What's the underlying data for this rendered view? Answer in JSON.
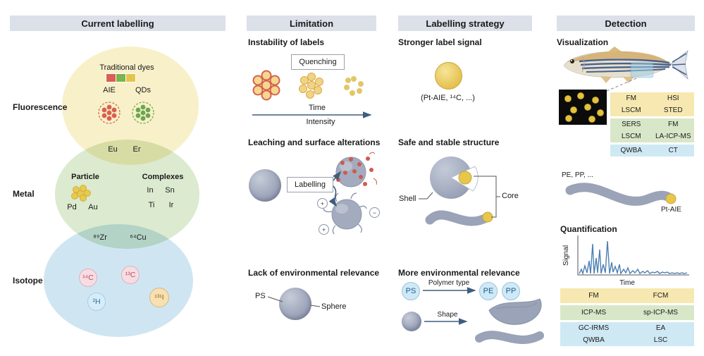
{
  "headers": {
    "current_labelling": "Current labelling",
    "limitation": "Limitation",
    "labelling_strategy": "Labelling strategy",
    "detection": "Detection"
  },
  "venn": {
    "fluorescence_label": "Fluorescence",
    "metal_label": "Metal",
    "isotope_label": "Isotope",
    "traditional_dyes": "Traditional dyes",
    "aie": "AIE",
    "qds": "QDs",
    "eu": "Eu",
    "er": "Er",
    "particle": "Particle",
    "pd": "Pd",
    "au": "Au",
    "complexes": "Complexes",
    "in": "In",
    "sn": "Sn",
    "ti": "Ti",
    "ir": "Ir",
    "zr89": "⁸⁹Zr",
    "cu64": "⁶⁴Cu",
    "c14": "¹⁴C",
    "c13": "¹³C",
    "h2": "²H",
    "i131": "¹³¹I"
  },
  "limitation": {
    "instability_title": "Instability of labels",
    "quenching": "Quenching",
    "time": "Time",
    "intensity": "Intensity",
    "leaching_title": "Leaching and surface alterations",
    "labelling": "Labelling",
    "charges": [
      "+",
      "−",
      "+"
    ],
    "environmental_title": "Lack of environmental relevance",
    "ps": "PS",
    "sphere": "Sphere"
  },
  "strategy": {
    "stronger_title": "Stronger label signal",
    "stronger_caption": "(Pt-AIE, ¹⁴C, ...)",
    "stable_title": "Safe and stable structure",
    "shell": "Shell",
    "core": "Core",
    "environmental_title": "More environmental relevance",
    "ps": "PS",
    "polymer_type": "Polymer type",
    "pe": "PE",
    "pp": "PP",
    "shape": "Shape"
  },
  "detection": {
    "visualization_title": "Visualization",
    "vis_table": {
      "yellow": [
        [
          "FM",
          "HSI"
        ],
        [
          "LSCM",
          "STED"
        ]
      ],
      "green": [
        [
          "SERS",
          "FM"
        ],
        [
          "LSCM",
          "LA-ICP-MS"
        ]
      ],
      "blue": [
        [
          "QWBA",
          "CT"
        ]
      ]
    },
    "pe_pp": "PE, PP, ...",
    "pt_aie": "Pt-AIE",
    "quantification_title": "Quantification",
    "signal": "Signal",
    "time": "Time",
    "quant_table": {
      "yellow": [
        [
          "FM",
          "FCM"
        ]
      ],
      "green": [
        [
          "ICP-MS",
          "sp-ICP-MS"
        ]
      ],
      "blue": [
        [
          "GC-IRMS",
          "EA"
        ],
        [
          "QWBA",
          "LSC"
        ]
      ]
    }
  },
  "palette": {
    "venn_yellow": "#f8f0c9",
    "venn_green": "#dcead0",
    "venn_blue": "#cfe6f2",
    "table_yellow": "#f6e8b0",
    "table_green": "#d8e7c8",
    "table_blue": "#cfe9f4",
    "arrow": "#3f5e7e",
    "sphere_gray": "#9aa3b7",
    "core_yellow": "#e7c74a"
  }
}
